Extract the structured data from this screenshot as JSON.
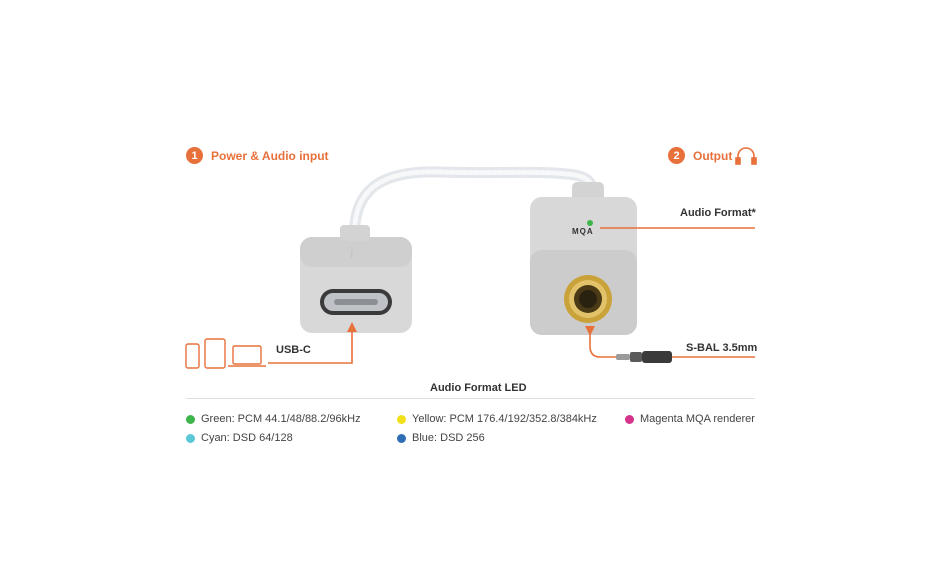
{
  "steps": {
    "input": {
      "number": "1",
      "label": "Power & Audio input"
    },
    "output": {
      "number": "2",
      "label": "Output"
    }
  },
  "device": {
    "input_connector_label": "USB-C",
    "led_label": "MQA",
    "audio_format_label": "Audio Format*",
    "output_connector_label": "S-BAL 3.5mm"
  },
  "legend": {
    "title": "Audio Format  LED",
    "items": [
      {
        "text": "Green: PCM 44.1/48/88.2/96kHz",
        "color": "#3db54a"
      },
      {
        "text": "Cyan: DSD 64/128",
        "color": "#5bc8d8"
      },
      {
        "text": "Yellow: PCM 176.4/192/352.8/384kHz",
        "color": "#f2e01a"
      },
      {
        "text": "Blue: DSD 256",
        "color": "#2f6db5"
      },
      {
        "text": "Magenta MQA renderer",
        "color": "#d6338a"
      }
    ]
  },
  "icons": [
    "headphones-icon",
    "phone-icon",
    "tablet-icon",
    "laptop-icon",
    "usb-c-port-icon",
    "audio-jack-icon"
  ],
  "colors": {
    "accent": "#e8703a",
    "device_body": "#d9d9d9",
    "jack_gold": "#c9a23a"
  }
}
